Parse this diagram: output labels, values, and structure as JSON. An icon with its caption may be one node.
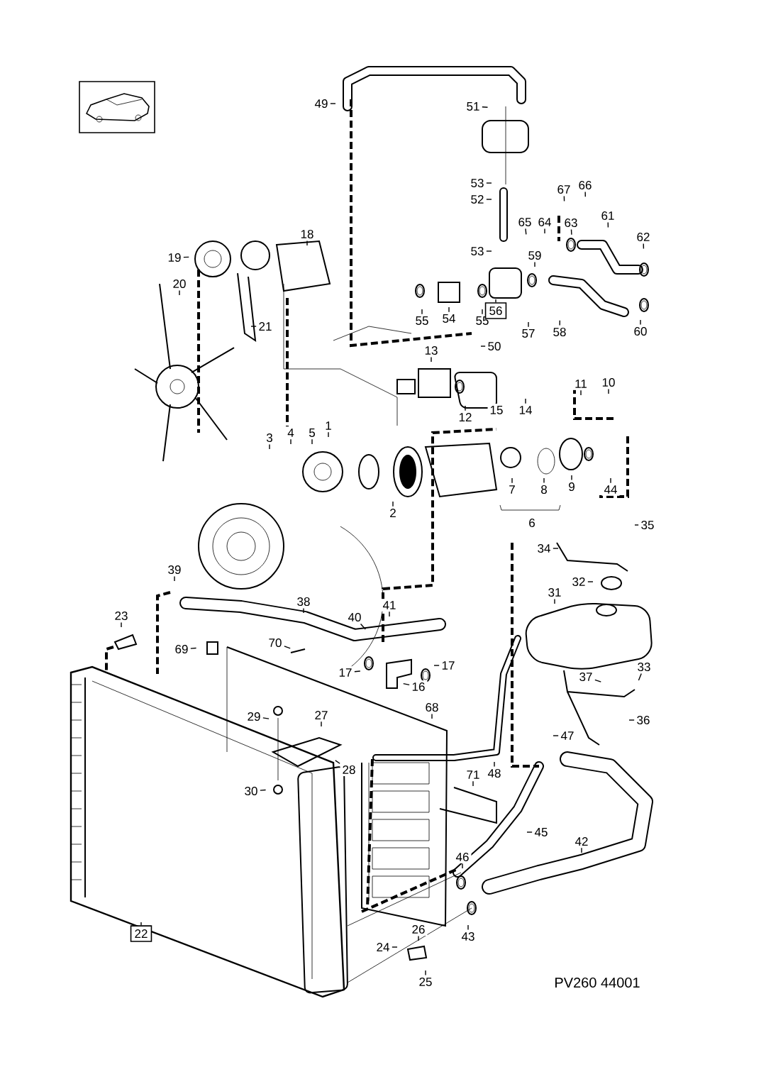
{
  "diagram": {
    "nodes": [
      {
        "text": [
          "49"
        ]
      },
      {
        "text": [
          "51"
        ]
      },
      {
        "text": [
          "53"
        ]
      },
      {
        "text": [
          "52"
        ]
      },
      {
        "text": [
          "53"
        ]
      },
      {
        "text": [
          "67"
        ]
      },
      {
        "text": [
          "66"
        ]
      },
      {
        "text": [
          "65"
        ]
      },
      {
        "text": [
          "64"
        ]
      },
      {
        "text": [
          "63"
        ]
      },
      {
        "text": [
          "61"
        ]
      },
      {
        "text": [
          "62"
        ]
      },
      {
        "text": [
          "59"
        ]
      },
      {
        "text": [
          "55"
        ]
      },
      {
        "text": [
          "54"
        ]
      },
      {
        "text": [
          "55"
        ]
      },
      {
        "text": [
          "56"
        ]
      },
      {
        "text": [
          "57"
        ]
      },
      {
        "text": [
          "58"
        ]
      },
      {
        "text": [
          "60"
        ]
      },
      {
        "text": [
          "18"
        ]
      },
      {
        "text": [
          "19"
        ]
      },
      {
        "text": [
          "20"
        ]
      },
      {
        "text": [
          "21"
        ]
      },
      {
        "text": [
          "50"
        ]
      },
      {
        "text": [
          "13"
        ]
      },
      {
        "text": [
          "12"
        ]
      },
      {
        "text": [
          "15"
        ]
      },
      {
        "text": [
          "14"
        ]
      },
      {
        "text": [
          "11"
        ]
      },
      {
        "text": [
          "10"
        ]
      },
      {
        "text": [
          "3"
        ]
      },
      {
        "text": [
          "4"
        ]
      },
      {
        "text": [
          "5"
        ]
      },
      {
        "text": [
          "1"
        ]
      },
      {
        "text": [
          "2"
        ]
      },
      {
        "text": [
          "7"
        ]
      },
      {
        "text": [
          "8"
        ]
      },
      {
        "text": [
          "6"
        ]
      },
      {
        "text": [
          "9"
        ]
      },
      {
        "text": [
          "44"
        ]
      },
      {
        "text": [
          "35"
        ]
      },
      {
        "text": [
          "34"
        ]
      },
      {
        "text": [
          "32"
        ]
      },
      {
        "text": [
          "31"
        ]
      },
      {
        "text": [
          "39"
        ]
      },
      {
        "text": [
          "38"
        ]
      },
      {
        "text": [
          "41"
        ]
      },
      {
        "text": [
          "40"
        ]
      },
      {
        "text": [
          "23"
        ]
      },
      {
        "text": [
          "69"
        ]
      },
      {
        "text": [
          "70"
        ]
      },
      {
        "text": [
          "17"
        ]
      },
      {
        "text": [
          "17"
        ]
      },
      {
        "text": [
          "16"
        ]
      },
      {
        "text": [
          "33"
        ]
      },
      {
        "text": [
          "37"
        ]
      },
      {
        "text": [
          "36"
        ]
      },
      {
        "text": [
          "68"
        ]
      },
      {
        "text": [
          "29"
        ]
      },
      {
        "text": [
          "27"
        ]
      },
      {
        "text": [
          "28"
        ]
      },
      {
        "text": [
          "47"
        ]
      },
      {
        "text": [
          "48"
        ]
      },
      {
        "text": [
          "71"
        ]
      },
      {
        "text": [
          "30"
        ]
      },
      {
        "text": [
          "45"
        ]
      },
      {
        "text": [
          "42"
        ]
      },
      {
        "text": [
          "46"
        ]
      },
      {
        "text": [
          "43"
        ]
      },
      {
        "text": [
          "24"
        ]
      },
      {
        "text": [
          "26"
        ]
      },
      {
        "text": [
          "25"
        ]
      },
      {
        "text": [
          "22"
        ]
      }
    ],
    "edges": [
      {
        "from": 0,
        "to": null,
        "arrow": "none"
      },
      {
        "from": 1,
        "to": null,
        "arrow": "none"
      },
      {
        "from": 2,
        "to": null,
        "arrow": "none"
      },
      {
        "from": 3,
        "to": null,
        "arrow": "none"
      },
      {
        "from": 4,
        "to": null,
        "arrow": "none"
      },
      {
        "from": 5,
        "to": null,
        "arrow": "none"
      },
      {
        "from": 6,
        "to": null,
        "arrow": "none"
      },
      {
        "from": 7,
        "to": null,
        "arrow": "none"
      },
      {
        "from": 8,
        "to": null,
        "arrow": "none"
      },
      {
        "from": 9,
        "to": null,
        "arrow": "none"
      },
      {
        "from": 10,
        "to": null,
        "arrow": "none"
      },
      {
        "from": 11,
        "to": null,
        "arrow": "none"
      },
      {
        "from": 12,
        "to": null,
        "arrow": "none"
      },
      {
        "from": 13,
        "to": null,
        "arrow": "none"
      },
      {
        "from": 14,
        "to": null,
        "arrow": "none"
      },
      {
        "from": 15,
        "to": null,
        "arrow": "none"
      },
      {
        "from": 16,
        "to": null,
        "arrow": "none"
      },
      {
        "from": 17,
        "to": null,
        "arrow": "none"
      },
      {
        "from": 18,
        "to": null,
        "arrow": "none"
      },
      {
        "from": 19,
        "to": null,
        "arrow": "none"
      },
      {
        "from": 20,
        "to": null,
        "arrow": "none"
      },
      {
        "from": 21,
        "to": null,
        "arrow": "none"
      },
      {
        "from": 22,
        "to": null,
        "arrow": "none"
      },
      {
        "from": 23,
        "to": null,
        "arrow": "none"
      },
      {
        "from": 24,
        "to": null,
        "arrow": "none"
      },
      {
        "from": 25,
        "to": null,
        "arrow": "none"
      },
      {
        "from": 26,
        "to": null,
        "arrow": "none"
      },
      {
        "from": 27,
        "to": null,
        "arrow": "none"
      },
      {
        "from": 28,
        "to": null,
        "arrow": "none"
      },
      {
        "from": 29,
        "to": null,
        "arrow": "none"
      },
      {
        "from": 30,
        "to": null,
        "arrow": "none"
      },
      {
        "from": 31,
        "to": null,
        "arrow": "none"
      },
      {
        "from": 32,
        "to": null,
        "arrow": "none"
      },
      {
        "from": 33,
        "to": null,
        "arrow": "none"
      },
      {
        "from": 34,
        "to": null,
        "arrow": "none"
      },
      {
        "from": 35,
        "to": null,
        "arrow": "none"
      },
      {
        "from": 36,
        "to": null,
        "arrow": "none"
      },
      {
        "from": 37,
        "to": null,
        "arrow": "none"
      },
      {
        "from": 39,
        "to": null,
        "arrow": "none"
      },
      {
        "from": 40,
        "to": null,
        "arrow": "none"
      },
      {
        "from": 41,
        "to": null,
        "arrow": "none"
      },
      {
        "from": 42,
        "to": null,
        "arrow": "none"
      },
      {
        "from": 43,
        "to": null,
        "arrow": "none"
      },
      {
        "from": 44,
        "to": null,
        "arrow": "none"
      },
      {
        "from": 45,
        "to": null,
        "arrow": "none"
      },
      {
        "from": 46,
        "to": null,
        "arrow": "none"
      },
      {
        "from": 47,
        "to": null,
        "arrow": "none"
      },
      {
        "from": 48,
        "to": null,
        "arrow": "none"
      },
      {
        "from": 49,
        "to": null,
        "arrow": "none"
      },
      {
        "from": 50,
        "to": null,
        "arrow": "none"
      },
      {
        "from": 51,
        "to": null,
        "arrow": "none"
      },
      {
        "from": 52,
        "to": null,
        "arrow": "none"
      },
      {
        "from": 53,
        "to": null,
        "arrow": "none"
      },
      {
        "from": 54,
        "to": null,
        "arrow": "none"
      },
      {
        "from": 55,
        "to": null,
        "arrow": "none"
      },
      {
        "from": 56,
        "to": null,
        "arrow": "none"
      },
      {
        "from": 57,
        "to": null,
        "arrow": "none"
      },
      {
        "from": 58,
        "to": null,
        "arrow": "none"
      },
      {
        "from": 59,
        "to": null,
        "arrow": "none"
      },
      {
        "from": 60,
        "to": null,
        "arrow": "none"
      },
      {
        "from": 61,
        "to": null,
        "arrow": "none"
      },
      {
        "from": 62,
        "to": null,
        "arrow": "none"
      },
      {
        "from": 63,
        "to": null,
        "arrow": "none"
      },
      {
        "from": 64,
        "to": null,
        "arrow": "none"
      },
      {
        "from": 65,
        "to": null,
        "arrow": "none"
      },
      {
        "from": 66,
        "to": null,
        "arrow": "none"
      },
      {
        "from": 67,
        "to": null,
        "arrow": "none"
      },
      {
        "from": 68,
        "to": null,
        "arrow": "none"
      },
      {
        "from": 69,
        "to": null,
        "arrow": "none"
      },
      {
        "from": 70,
        "to": null,
        "arrow": "none"
      },
      {
        "from": 71,
        "to": null,
        "arrow": "none"
      },
      {
        "from": 72,
        "to": null,
        "arrow": "none"
      },
      {
        "from": 73,
        "to": null,
        "arrow": "none"
      }
    ],
    "labels": [
      "PV260 44001"
    ]
  }
}
